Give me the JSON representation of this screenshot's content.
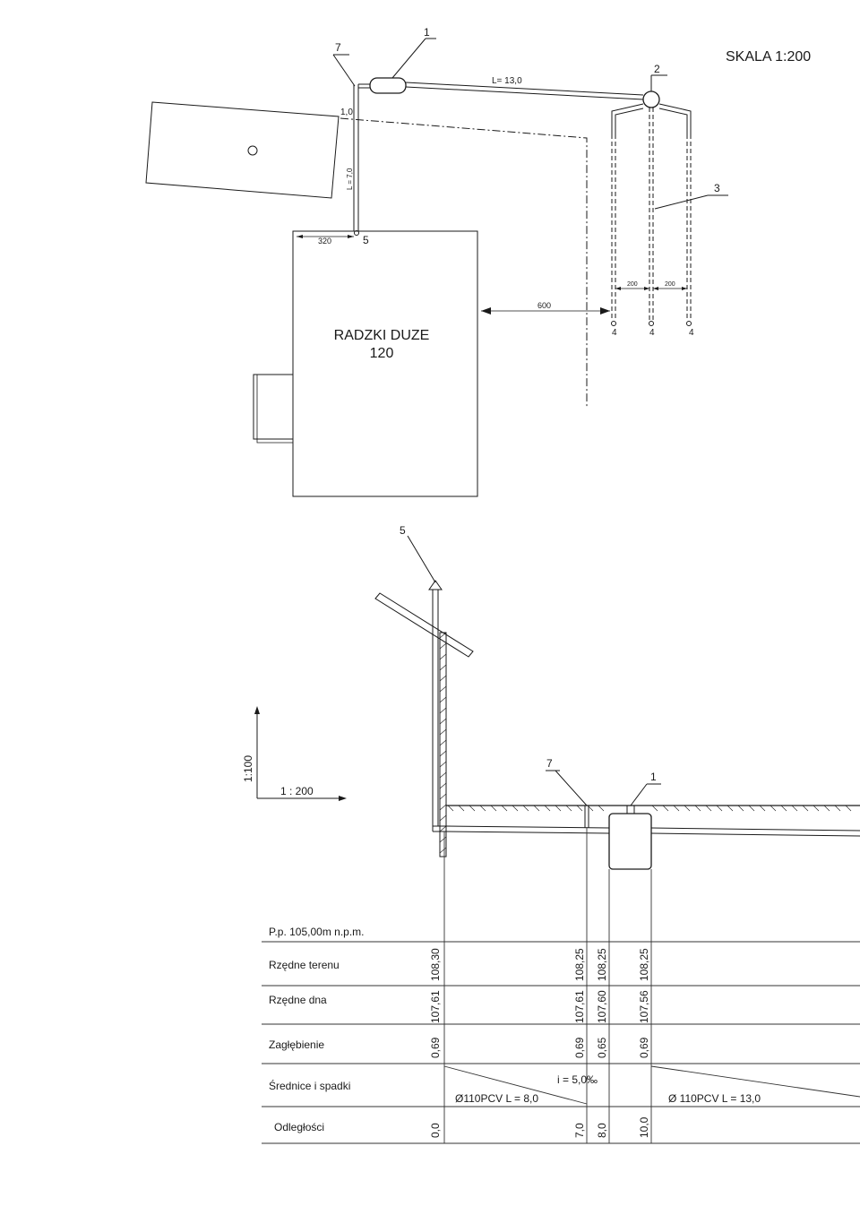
{
  "plan": {
    "scale": "SKALA 1:200",
    "building_name": "RADZKI DUZE",
    "building_number": "120",
    "pipe_length_main": "L= 13,0",
    "pipe_length_vertical": "L = 7,0",
    "dim_1_0": "1,0",
    "dim_320": "320",
    "dim_600": "600",
    "dim_200_a": "200",
    "dim_200_b": "200",
    "label_1": "1",
    "label_2": "2",
    "label_3": "3",
    "label_5": "5",
    "label_7": "7",
    "label_4": [
      "4",
      "4",
      "4"
    ]
  },
  "section": {
    "label_5": "5",
    "label_7": "7",
    "label_1": "1",
    "scale_v": "1:100",
    "scale_h": "1 : 200",
    "datum": "P.p. 105,00m n.p.m."
  },
  "table": {
    "rows": [
      "Rzędne terenu",
      "Rzędne dna",
      "Zagłębienie",
      "Średnice i spadki",
      "Odległości"
    ],
    "rzedne_terenu": [
      "108,30",
      "108,25",
      "108,25",
      "108,25"
    ],
    "rzedne_dna": [
      "107,61",
      "107,61",
      "107,60",
      "107,56"
    ],
    "zaglebienie": [
      "0,69",
      "0,69",
      "0,65",
      "0,69"
    ],
    "slope": "i = 5,0‰",
    "pipe_1": "Ø110PCV  L = 8,0",
    "pipe_2": "Ø 110PCV  L = 13,0",
    "odleglosci": [
      "0,0",
      "7,0",
      "8,0",
      "10,0"
    ]
  }
}
